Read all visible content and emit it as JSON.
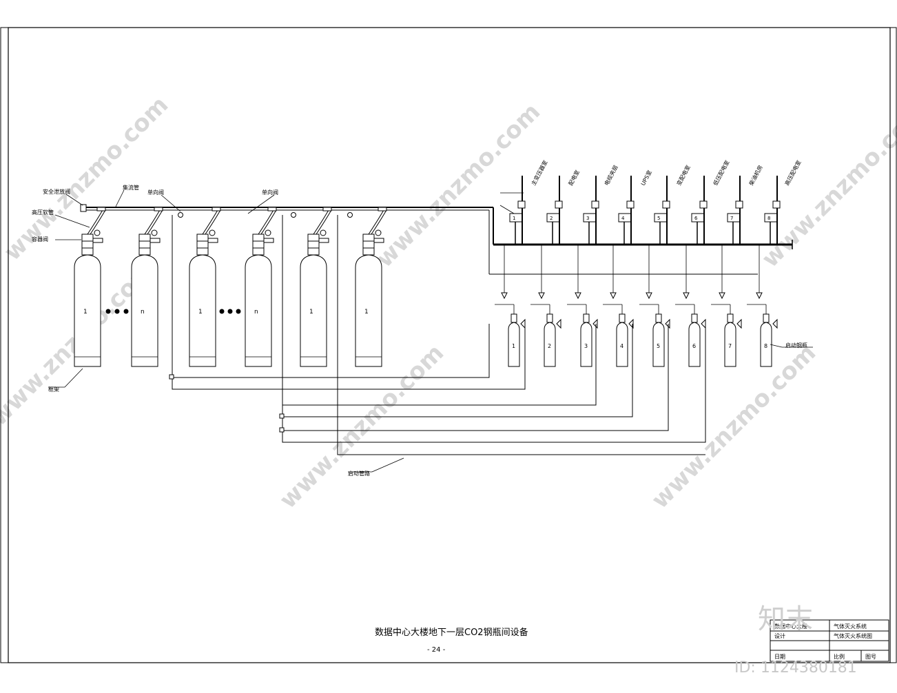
{
  "drawing": {
    "title": "数据中心大楼地下一层CO2钢瓶间设备",
    "page_number": "- 24 -",
    "id_label": "ID: 1124380181",
    "brand": "知末"
  },
  "main_labels": {
    "safety_valve": "安全泄放阀",
    "manifold": "集流管",
    "hose": "高压软管",
    "container_valve": "容器阀",
    "check_valve_1": "单向阀",
    "check_valve_2": "单向阀",
    "frame": "框架",
    "start_pipe": "启动管路",
    "start_cylinder": "启动钢瓶"
  },
  "cylinders_main": [
    "1",
    "n",
    "1",
    "n",
    "1",
    "1"
  ],
  "cylinders_start": [
    "1",
    "2",
    "3",
    "4",
    "5",
    "6",
    "7",
    "8"
  ],
  "selector_labels": [
    "1",
    "2",
    "3",
    "4",
    "5",
    "6",
    "7",
    "8"
  ],
  "zone_labels": [
    "主变压器室",
    "配电室",
    "电缆夹层",
    "UPS室",
    "变配电室",
    "低压配电室",
    "柴油机房",
    "高压配电室"
  ],
  "title_block": {
    "r1c1": "数据中心大楼",
    "r1c2": "气体灭火系统",
    "r2c1": "设计",
    "r2c2": "气体灭火系统图",
    "r3c1": "日期",
    "r3c2": "比例",
    "r3c3": "图号"
  },
  "watermarks": [
    "www.znzmo.com",
    "www.znzmo.com",
    "www.znzmo.com",
    "www.znzmo.com",
    "www.znzmo.com",
    "www.znzmo.com"
  ]
}
